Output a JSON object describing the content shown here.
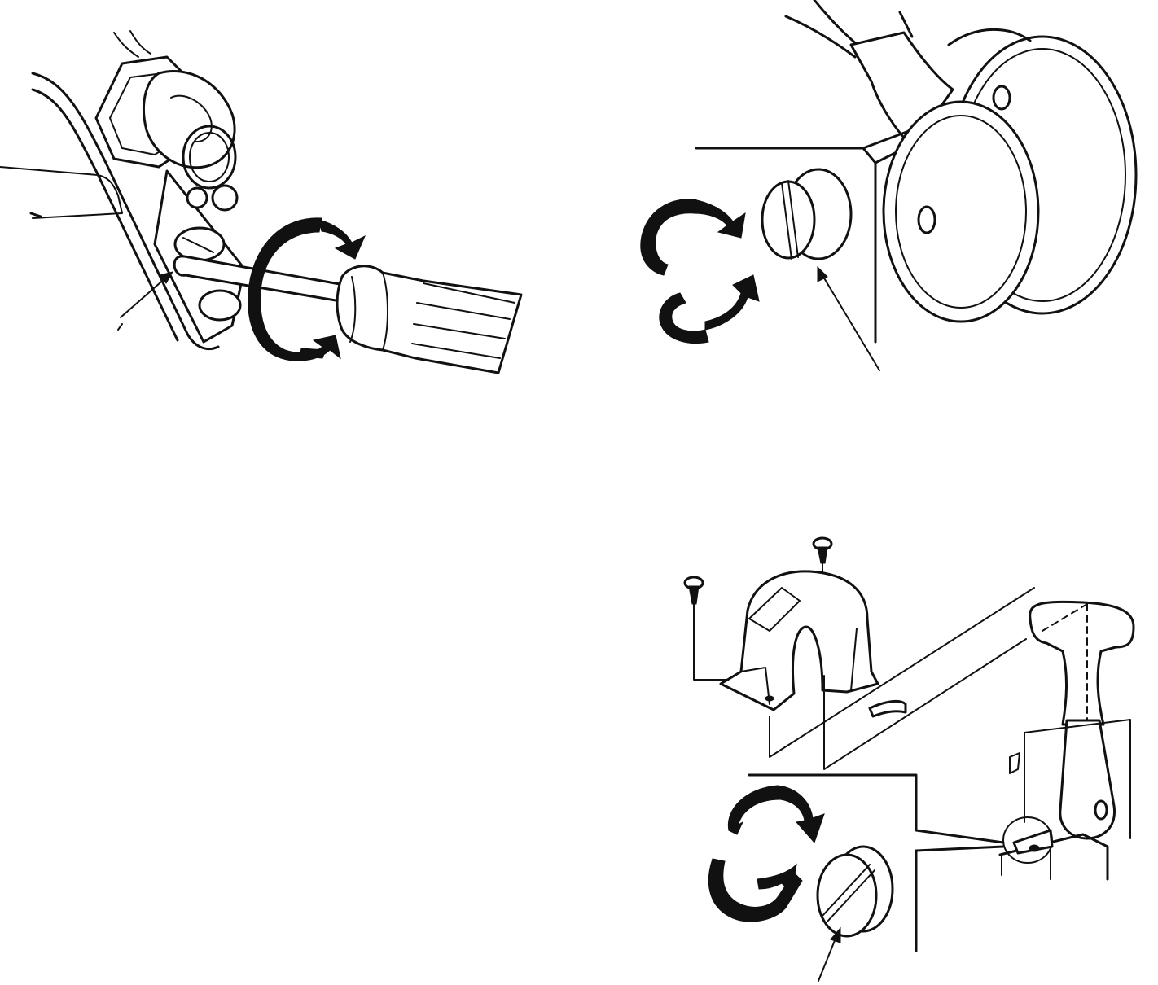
{
  "figures": [
    {
      "name": "screwdriver-adjusting-linkage-screw",
      "rotation": "clockwise-and-counterclockwise"
    },
    {
      "name": "slotted-plug-on-housing",
      "rotation": "clockwise-and-counterclockwise"
    },
    {
      "name": "cover-removal-and-slotted-plug-on-lever-bracket",
      "rotation": "clockwise-and-counterclockwise"
    }
  ],
  "icons": [
    "screwdriver-icon",
    "rotation-arrows-icon",
    "callout-arrow-icon",
    "slotted-plug-icon",
    "flanged-screw-icon"
  ]
}
